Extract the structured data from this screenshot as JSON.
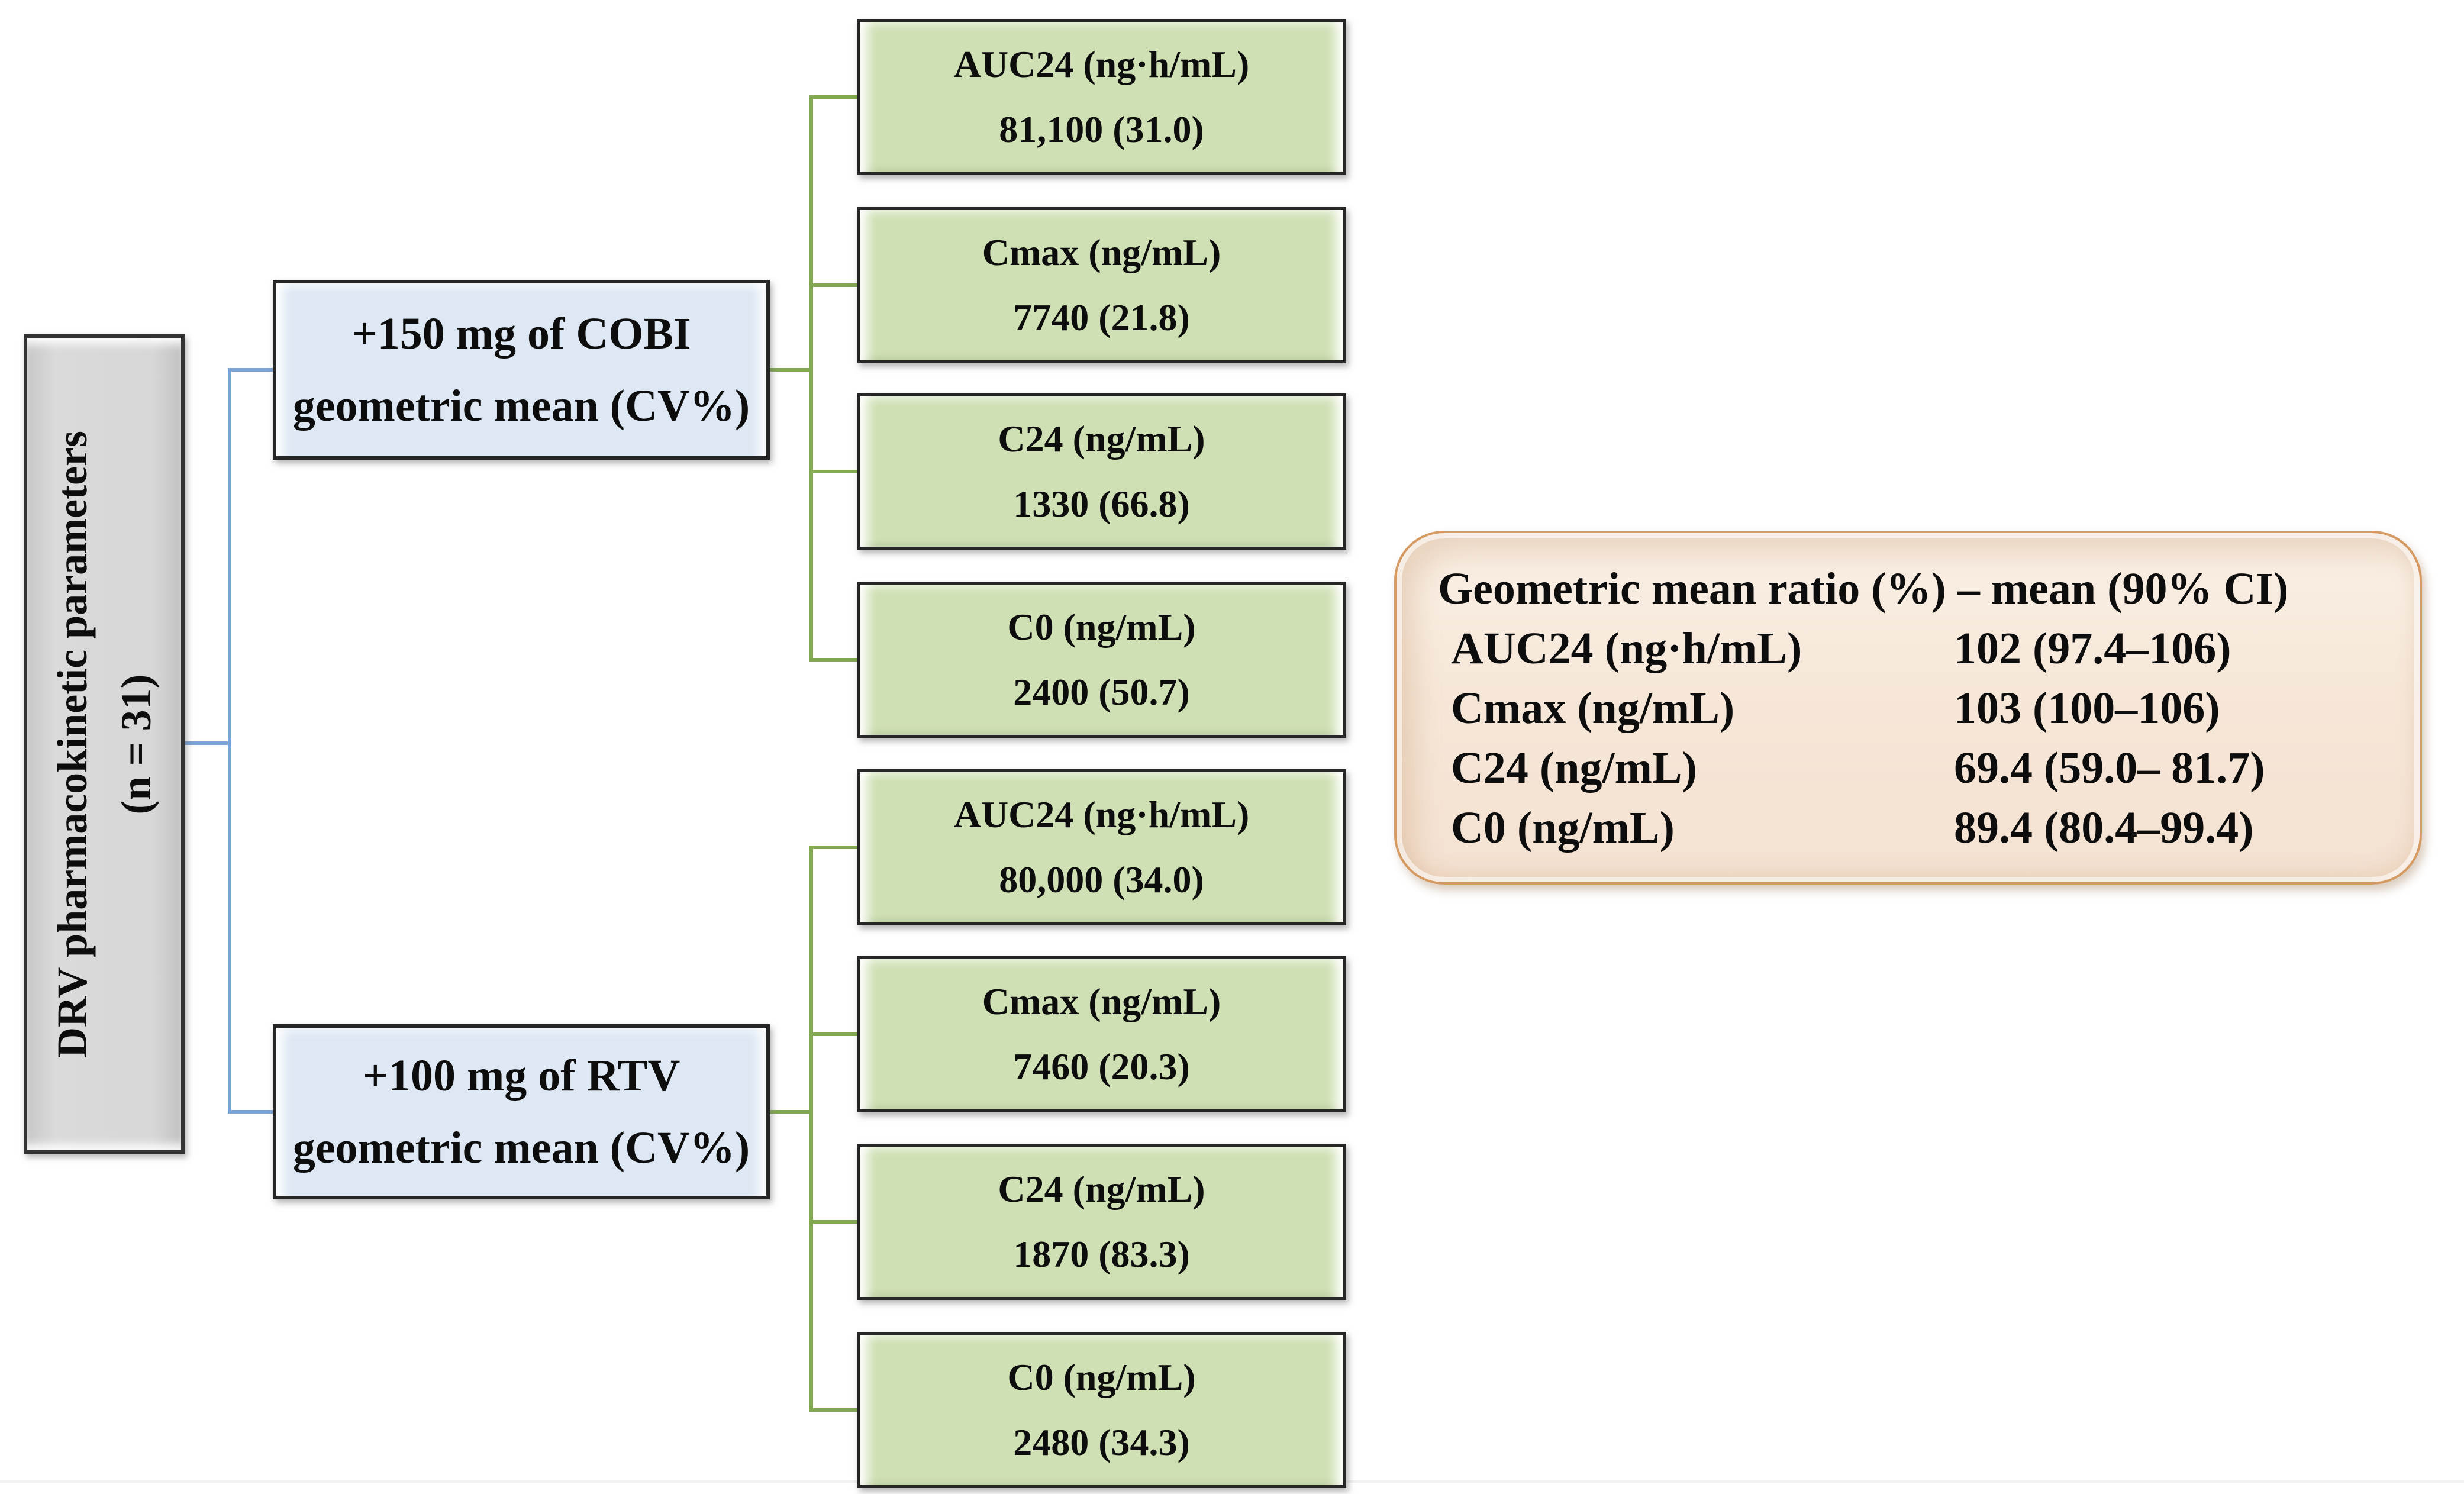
{
  "root_box": {
    "line1": "DRV pharmacokinetic parameters",
    "line2": "(n = 31)"
  },
  "branches": [
    {
      "label_line1": "+150 mg of COBI",
      "label_line2": "geometric mean (CV%)",
      "parameters": [
        {
          "name": "AUC24 (ng·h/mL)",
          "value": "81,100 (31.0)"
        },
        {
          "name": "Cmax (ng/mL)",
          "value": "7740 (21.8)"
        },
        {
          "name": "C24 (ng/mL)",
          "value": "1330 (66.8)"
        },
        {
          "name": "C0 (ng/mL)",
          "value": "2400 (50.7)"
        }
      ]
    },
    {
      "label_line1": "+100 mg of RTV",
      "label_line2": "geometric mean (CV%)",
      "parameters": [
        {
          "name": "AUC24 (ng·h/mL)",
          "value": "80,000 (34.0)"
        },
        {
          "name": "Cmax (ng/mL)",
          "value": "7460 (20.3)"
        },
        {
          "name": "C24 (ng/mL)",
          "value": "1870 (83.3)"
        },
        {
          "name": "C0 (ng/mL)",
          "value": "2480 (34.3)"
        }
      ]
    }
  ],
  "ratio_panel": {
    "title": "Geometric mean ratio (%) – mean (90% CI)",
    "rows": [
      {
        "parameter": "AUC24 (ng·h/mL)",
        "value": "102 (97.4–106)"
      },
      {
        "parameter": "Cmax (ng/mL)",
        "value": "103 (100–106)"
      },
      {
        "parameter": "C24 (ng/mL)",
        "value": "69.4 (59.0– 81.7)"
      },
      {
        "parameter": "C0 (ng/mL)",
        "value": "89.4 (80.4–99.4)"
      }
    ]
  },
  "colors": {
    "root_fill": "#d5d5d5",
    "branch_fill": "#dde8f4",
    "parameter_fill": "#cfe0b4",
    "panel_fill": "#f6e7d8",
    "panel_border": "#d49a62",
    "connector_blue": "#7aa3d6",
    "connector_green": "#82a951",
    "box_border": "#262626",
    "text": "#0d0d0d"
  }
}
